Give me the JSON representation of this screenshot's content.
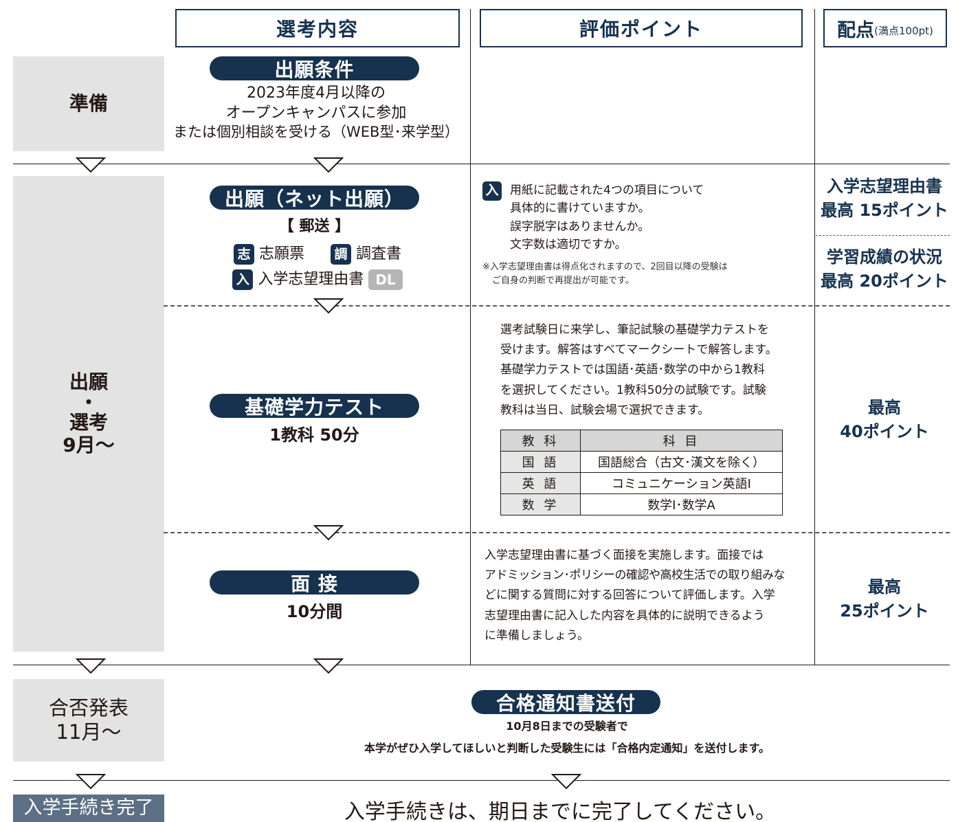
{
  "header": {
    "col1": "選考内容",
    "col2": "評価ポイント",
    "col3_main": "配点",
    "col3_sub": "(満点100pt)"
  },
  "stages": {
    "prep": "準備",
    "apply_line1": "出願",
    "apply_dot": "・",
    "apply_line2": "選考",
    "apply_line3": "9月～",
    "result_line1": "合否発表",
    "result_line2": "11月～",
    "done": "入学手続き完了"
  },
  "prep": {
    "pill": "出願条件",
    "lines": [
      "2023年度4月以降の",
      "オープンキャンパスに参加",
      "または個別相談を受ける（WEB型･来学型）"
    ]
  },
  "application": {
    "pill": "出願（ネット出願）",
    "mail": "【 郵送 】",
    "doc1_badge": "志",
    "doc1": "志願票",
    "doc2_badge": "調",
    "doc2": "調査書",
    "doc3_badge": "入",
    "doc3": "入学志望理由書",
    "dl": "DL",
    "eval_badge": "入",
    "eval_lines": [
      "用紙に記載された4つの項目について",
      "具体的に書けていますか。",
      "誤字脱字はありませんか。",
      "文字数は適切ですか。"
    ],
    "note_lines": [
      "※入学志望理由書は得点化されますので、2回目以降の受験は",
      "ご自身の判断で再提出が可能です。"
    ],
    "score1_line1": "入学志望理由書",
    "score1_line2": "最高 15ポイント",
    "score2_line1": "学習成績の状況",
    "score2_line2": "最高 20ポイント"
  },
  "test": {
    "pill": "基礎学力テスト",
    "sub": "1教科 50分",
    "eval_lines": [
      "選考試験日に来学し、筆記試験の基礎学力テストを",
      "受けます。解答はすべてマークシートで解答します。",
      "基礎学力テストでは国語･英語･数学の中から1教科",
      "を選択してください。1教科50分の試験です。試験",
      "教科は当日、試験会場で選択できます。"
    ],
    "table": {
      "headers": [
        "教 科",
        "科 目"
      ],
      "rows": [
        [
          "国 語",
          "国語総合（古文･漢文を除く）"
        ],
        [
          "英 語",
          "コミュニケーション英語Ⅰ"
        ],
        [
          "数 学",
          "数学Ⅰ･数学A"
        ]
      ]
    },
    "score_line1": "最高",
    "score_line2": "40ポイント"
  },
  "interview": {
    "pill": "面 接",
    "sub": "10分間",
    "eval_lines": [
      "入学志望理由書に基づく面接を実施します。面接では",
      "アドミッション･ポリシーの確認や高校生活での取り組みな",
      "どに関する質問に対する回答について評価します。入学",
      "志望理由書に記入した内容を具体的に説明できるよう",
      "に準備しましょう。"
    ],
    "score_line1": "最高",
    "score_line2": "25ポイント"
  },
  "result": {
    "pill": "合格通知書送付",
    "line1": "10月8日までの受験者で",
    "line2": "本学がぜひ入学してほしいと判断した受験生には「合格内定通知」を送付します。"
  },
  "final": {
    "text": "入学手続きは、期日までに完了してください。"
  },
  "colors": {
    "navy": "#16324f",
    "stage_gray": "#e3e3e3",
    "dl_gray": "#b5b5b5"
  }
}
